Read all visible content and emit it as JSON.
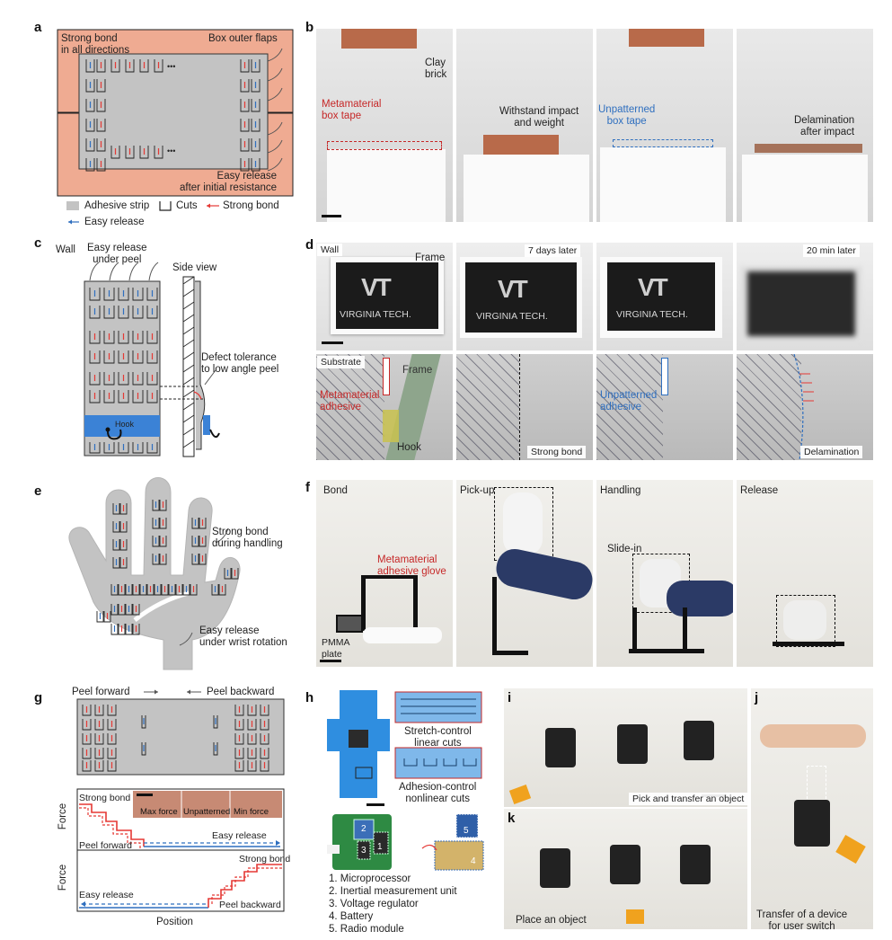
{
  "panels": {
    "a": {
      "letter": "a",
      "strong_bond": "Strong bond\nin all directions",
      "flaps": "Box outer flaps",
      "easy_release": "Easy release\nafter initial resistance",
      "legend_adhesive": "Adhesive strip",
      "legend_cuts": "Cuts",
      "legend_strong": "Strong bond",
      "legend_easy": "Easy release",
      "ellipsis": "•••"
    },
    "b": {
      "letter": "b",
      "clay": "Clay\nbrick",
      "meta_tape": "Metamaterial\nbox tape",
      "withstand": "Withstand impact\nand weight",
      "unpatterned_tape": "Unpatterned\nbox tape",
      "delamination": "Delamination\nafter impact"
    },
    "c": {
      "letter": "c",
      "wall": "Wall",
      "easy_peel": "Easy release\nunder peel",
      "side_view": "Side view",
      "defect": "Defect tolerance\nto low angle peel",
      "hook": "Hook"
    },
    "d": {
      "letter": "d",
      "wall": "Wall",
      "frame": "Frame",
      "seven_days": "7 days later",
      "twenty_min": "20 min later",
      "vt_name": "VIRGINIA TECH.",
      "vt_logo": "VT",
      "substrate": "Substrate",
      "frame2": "Frame",
      "meta_adhesive": "Metamaterial\nadhesive",
      "hook": "Hook",
      "strong_bond": "Strong bond",
      "unpatterned_adhesive": "Unpatterned\nadhesive",
      "delamination": "Delamination"
    },
    "e": {
      "letter": "e",
      "strong_handling": "Strong bond\nduring handling",
      "easy_wrist": "Easy release\nunder wrist rotation"
    },
    "f": {
      "letter": "f",
      "bond": "Bond",
      "pickup": "Pick-up",
      "handling": "Handling",
      "release": "Release",
      "glove": "Metamaterial\nadhesive glove",
      "slide_in": "Slide-in",
      "pmma": "PMMA\nplate"
    },
    "g": {
      "letter": "g",
      "peel_forward": "Peel forward",
      "peel_backward": "Peel backward",
      "strong_bond": "Strong bond",
      "max_force": "Max force",
      "unpatterned": "Unpatterned",
      "min_force": "Min force",
      "force": "Force",
      "easy_release": "Easy release",
      "peel_forward2": "Peel forward",
      "strong_bond2": "Strong bond",
      "easy_release2": "Easy release",
      "peel_backward2": "Peel backward",
      "position": "Position"
    },
    "h": {
      "letter": "h",
      "stretch": "Stretch-control\nlinear cuts",
      "adhesion": "Adhesion-control\nnonlinear cuts",
      "items": [
        "1. Microprocessor",
        "2. Inertial measurement unit",
        "3. Voltage regulator",
        "4. Battery",
        "5. Radio module"
      ],
      "board_nums": [
        "1",
        "2",
        "3",
        "4",
        "5"
      ]
    },
    "i": {
      "letter": "i",
      "caption": "Pick and transfer an object"
    },
    "j": {
      "letter": "j",
      "caption": "Transfer of a device\nfor user switch"
    },
    "k": {
      "letter": "k",
      "caption": "Place an object"
    }
  },
  "colors": {
    "skin": "#efab92",
    "strip": "#c3c3c3",
    "red": "#e53935",
    "blue": "#2f6fbf",
    "hook_blue": "#3b82d6",
    "dark_photo": "#1b1b1b"
  }
}
